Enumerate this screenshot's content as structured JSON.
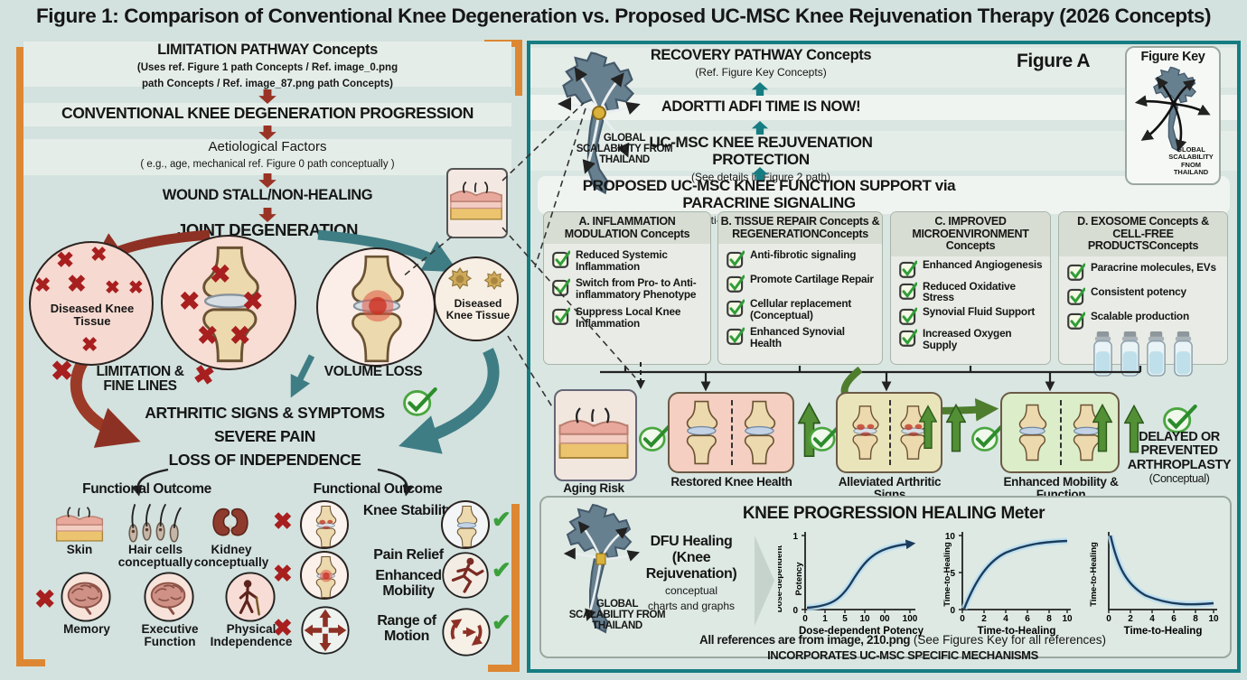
{
  "title": "Figure 1: Comparison of Conventional Knee Degeneration vs. Proposed UC-MSC Knee Rejuvenation Therapy (2026 Concepts)",
  "left_panel": {
    "pathway_title": "LIMITATION PATHWAY Concepts",
    "pathway_sub1": "(Uses ref. Figure 1 path Concepts / Ref. image_0.png",
    "pathway_sub2": "path Concepts / Ref. image_87.png path Concepts)",
    "progression": "CONVENTIONAL KNEE DEGENERATION PROGRESSION",
    "aetiological": "Aetiological Factors",
    "aetiological_sub": "( e.g., age, mechanical ref. Figure 0 path conceptually )",
    "wound": "WOUND STALL/NON-HEALING",
    "joint": "JOINT DEGENERATION",
    "diseased_left": "Diseased Knee Tissue",
    "diseased_right": "Diseased Knee Tissue",
    "limitation_lines": "LIMITATION & FINE LINES",
    "volume_loss": "VOLUME LOSS",
    "arthritic": "ARTHRITIC SIGNS & SYMPTOMS",
    "severe_pain": "SEVERE PAIN",
    "loss_independence": "LOSS OF INDEPENDENCE",
    "outcome_left_title": "Functional Outcome",
    "outcome_right_title": "Functional Outcome",
    "organs": [
      {
        "label": "Skin",
        "icon": "skin-icon"
      },
      {
        "label": "Hair cells conceptually",
        "icon": "hair-cells-icon"
      },
      {
        "label": "Kidney conceptually",
        "icon": "kidney-icon"
      },
      {
        "label": "Memory",
        "icon": "brain-icon"
      },
      {
        "label": "Executive Function",
        "icon": "brain-icon"
      },
      {
        "label": "Physical Independence",
        "icon": "person-cane-icon"
      }
    ],
    "functions": [
      "Knee Stability",
      "Pain Relief",
      "Enhanced Mobility",
      "Range of Motion"
    ]
  },
  "right_panel": {
    "figure_a": "Figure A",
    "recovery_title": "RECOVERY PATHWAY Concepts",
    "recovery_sub": "(Ref. Figure Key Concepts)",
    "adoption": "ADORTTI ADFI TIME IS NOW!",
    "protection": "UC-MSC KNEE REJUVENATION PROTECTION",
    "protection_sub": "(See details in Figure 2 path)",
    "proposed": "PROPOSED UC-MSC KNEE FUNCTION SUPPORT via PARACRINE SIGNALING",
    "proposed_sub": "(Multi-Target Paracrine Potential)",
    "global_scalability": "GLOBAL SCALABILITY FROM THAILAND",
    "figure_key": {
      "title": "Figure Key",
      "caption": "GLOBAL SCALABILITY FNOM THAILAND"
    },
    "columns": [
      {
        "header": "A. INFLAMMATION MODULATION Concepts",
        "items": [
          "Reduced Systemic Inflammation",
          "Switch from Pro- to Anti-inflammatory Phenotype",
          "Suppress Local Knee Inflammation"
        ]
      },
      {
        "header": "B. TISSUE REPAIR Concepts & REGENERATIONConcepts",
        "items": [
          "Anti-fibrotic signaling",
          "Promote Cartilage Repair",
          "Cellular replacement (Conceptual)",
          "Enhanced Synovial Health"
        ]
      },
      {
        "header": "C. IMPROVED MICROENVIRONMENT Concepts",
        "items": [
          "Enhanced Angiogenesis",
          "Reduced Oxidative Stress",
          "Synovial Fluid Support",
          "Increased Oxygen Supply"
        ]
      },
      {
        "header": "D. EXOSOME Concepts & CELL-FREE PRODUCTSConcepts",
        "items": [
          "Paracrine molecules, EVs",
          "Consistent potency",
          "Scalable production"
        ]
      }
    ],
    "outcomes": {
      "aging_risk": "Aging Risk",
      "restored": "Restored Knee Health",
      "alleviated": "Alleviated Arthritic Signs",
      "enhanced": "Enhanced Mobility & Function",
      "delayed1": "DELAYED OR",
      "delayed2": "PREVENTED",
      "delayed3": "ARTHROPLASTY",
      "delayed_sub": "(Conceptual)"
    },
    "healing_meter": {
      "title": "KNEE PROGRESSION HEALING Meter",
      "global_scalability": "GLOBAL SCALABILITY FROM THAILAND",
      "dfu1": "DFU Healing",
      "dfu2": "(Knee",
      "dfu3": "Rejuvenation)",
      "dfu4": "conceptual",
      "dfu5": "charts and graphs",
      "footnote_bold": "All references are from image, 210.png",
      "footnote_rest": " (See Figures Key for all references)",
      "footnote2": "INCORPORATES UC-MSC SPECIFIC MECHANISMS"
    }
  },
  "chart_data": [
    {
      "type": "line",
      "curve": "sigmoid dose-response",
      "xlabel": "Dose-dependent Potency",
      "ylabel1": "Dose-dependent",
      "ylabel2": "Potency",
      "x_ticks": [
        "0",
        "1",
        "5",
        "10",
        "00",
        "100"
      ],
      "y_ticks": [
        "0",
        "1"
      ],
      "x": [
        0,
        1,
        5,
        10,
        50,
        100
      ],
      "y": [
        0.02,
        0.08,
        0.35,
        0.78,
        0.93,
        0.95
      ],
      "ylim": [
        0,
        1
      ],
      "line_color": "#1c3c5e"
    },
    {
      "type": "line",
      "curve": "saturating growth",
      "xlabel": "Time-to-Healing",
      "ylabel1": "Time-to-Healing",
      "ylabel2": "",
      "x_ticks": [
        "0",
        "2",
        "4",
        "6",
        "8",
        "10"
      ],
      "y_ticks": [
        "0",
        "5",
        "10"
      ],
      "x": [
        0,
        2,
        4,
        6,
        8,
        10
      ],
      "y": [
        0,
        4.2,
        6.6,
        8.0,
        8.7,
        9.0
      ],
      "ylim": [
        0,
        10
      ],
      "line_color": "#1c3c5e"
    },
    {
      "type": "line",
      "curve": "exponential decay",
      "xlabel": "Time-to-Healing",
      "ylabel1": "Time-to-Healing",
      "ylabel2": "",
      "x_ticks": [
        "0",
        "2",
        "4",
        "6",
        "8",
        "10"
      ],
      "y_ticks": [],
      "x": [
        0,
        2,
        4,
        6,
        8,
        10
      ],
      "y": [
        10,
        5.2,
        3.0,
        2.0,
        1.5,
        1.2
      ],
      "ylim": [
        0,
        10
      ],
      "line_color": "#1c3c5e"
    }
  ]
}
